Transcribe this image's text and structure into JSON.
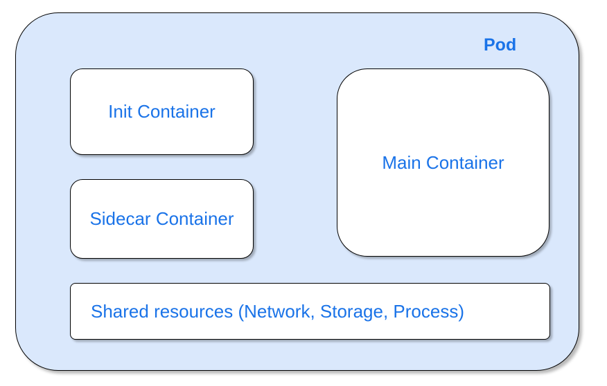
{
  "pod": {
    "label": "Pod",
    "fill_color": "#dae8fc",
    "text_color": "#1a73e8"
  },
  "containers": {
    "init": "Init Container",
    "sidecar": "Sidecar Container",
    "main": "Main Container"
  },
  "shared_resources": {
    "label": "Shared resources (Network, Storage, Process)"
  }
}
